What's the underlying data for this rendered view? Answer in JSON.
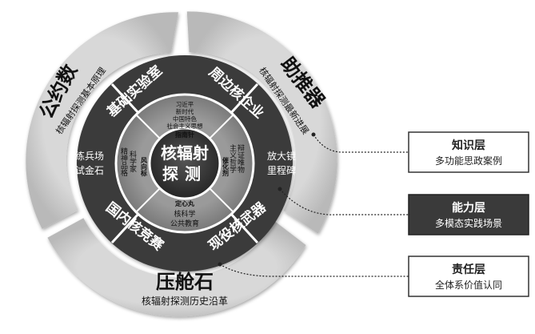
{
  "center": {
    "line1": "核辐射",
    "line2": "探测"
  },
  "inner_ring": {
    "top_lines": [
      "习近平",
      "新时代",
      "中国特色",
      "社会主义思想"
    ],
    "top_tag": "指南针",
    "left_tag": "风向标",
    "left_lines": [
      "科学家",
      "精神品格"
    ],
    "right_tag": "催化剂",
    "right_lines": [
      "辩证唯物",
      "主义哲学"
    ],
    "bottom_tag": "定心丸",
    "bottom_lines": [
      "核科学",
      "公共教育"
    ]
  },
  "middle_ring": {
    "top_left": "基础实验室",
    "top_right": "周边核企业",
    "bottom_left": "国内核竞赛",
    "bottom_right": "现役核武器",
    "left_lines": [
      "练兵场",
      "试金石"
    ],
    "right_lines": [
      "放大镜",
      "里程碑"
    ]
  },
  "outer_ring": {
    "left_title": "公约数",
    "left_sub": "核辐射探测基本原理",
    "right_title": "助推器",
    "right_sub": "核辐射探测最新进展",
    "bottom_title": "压舱石",
    "bottom_sub": "核辐射探测历史沿革"
  },
  "layers": [
    {
      "title": "知识层",
      "sub": "多功能思政案例",
      "fill": "#ffffff",
      "text": "#222222"
    },
    {
      "title": "能力层",
      "sub": "多模态实践场景",
      "fill": "#3a3a3a",
      "text": "#ffffff"
    },
    {
      "title": "责任层",
      "sub": "全体系价值认同",
      "fill": "#ffffff",
      "text": "#222222"
    }
  ],
  "colors": {
    "outer": "#cfcfcf",
    "middle": "#3b3b3b",
    "inner": "#8a8a8a",
    "center": "#2f2f2f",
    "accent_text": "#111111"
  }
}
